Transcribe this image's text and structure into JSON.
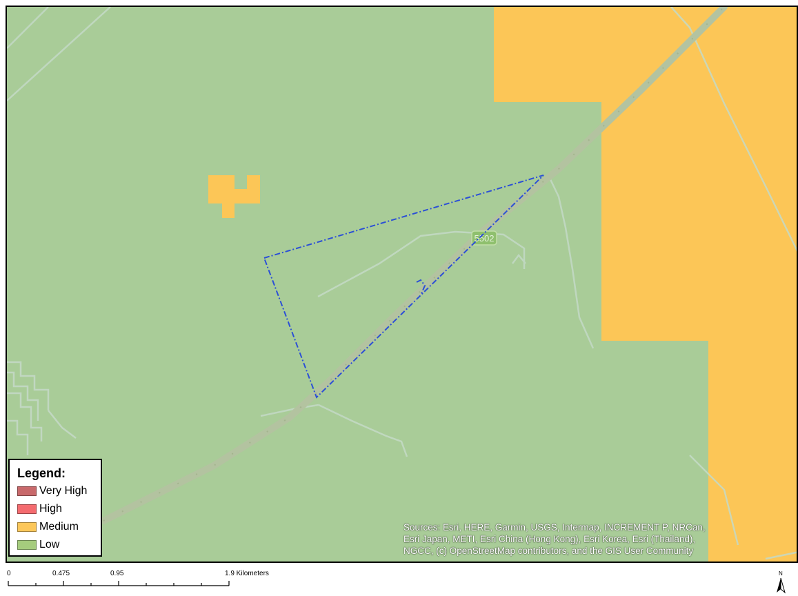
{
  "legend": {
    "title": "Legend:",
    "items": [
      {
        "label": "Very High",
        "color": "#c8696b"
      },
      {
        "label": "High",
        "color": "#f46b6f"
      },
      {
        "label": "Medium",
        "color": "#fcc75a"
      },
      {
        "label": "Low",
        "color": "#a5cc7d"
      }
    ]
  },
  "map": {
    "low_color": "#a9cc98",
    "medium_color": "#fcc657",
    "road_label": "5502",
    "boundary_color": "#2b4fd6"
  },
  "attribution": {
    "lines": [
      "Sources: Esri, HERE, Garmin, USGS, Intermap, INCREMENT P, NRCan,",
      "Esri Japan, METI, Esri China (Hong Kong), Esri Korea, Esri (Thailand),",
      "NGCC, (c) OpenStreetMap contributors, and the GIS User Community"
    ]
  },
  "scalebar": {
    "labels": [
      "0",
      "0.475",
      "0.95",
      "1.9 Kilometers"
    ]
  },
  "north_arrow": {
    "letter": "N",
    "icon": "north-arrow-icon"
  }
}
